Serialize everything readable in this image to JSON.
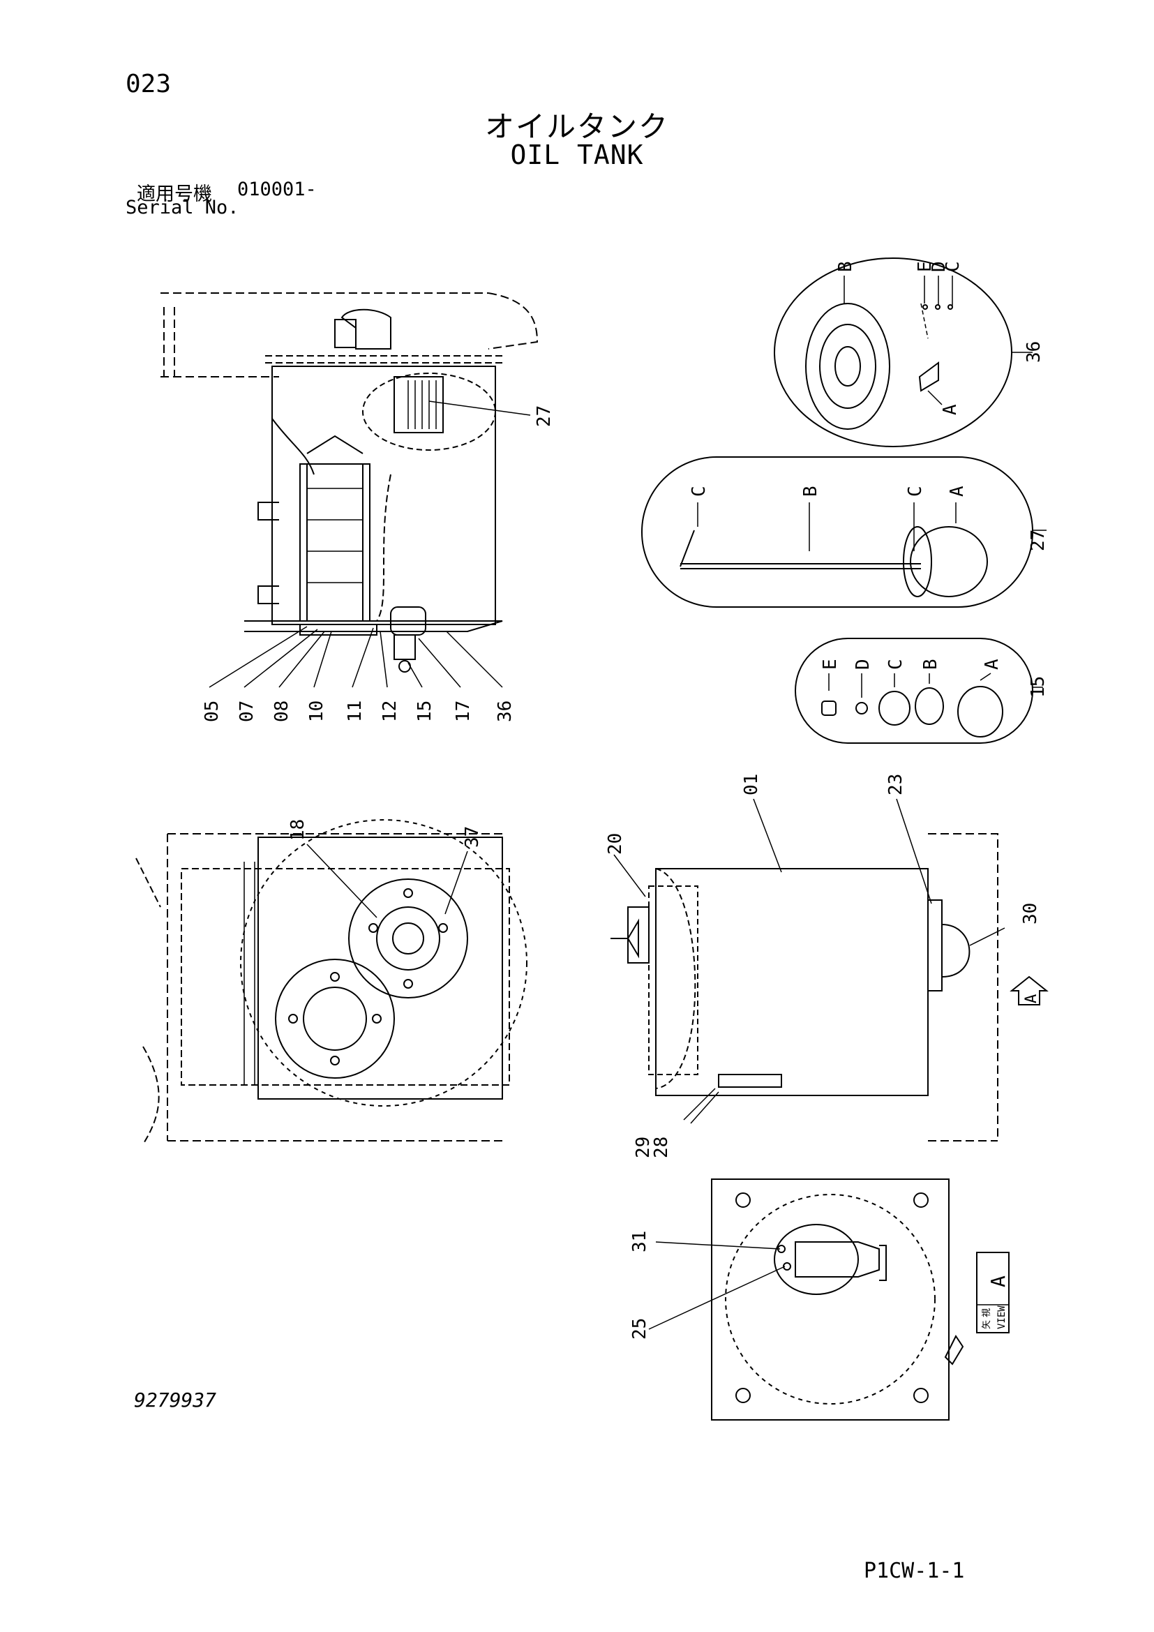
{
  "header": {
    "page_number": "023",
    "title_jp": "オイルタンク",
    "title_en": "OIL TANK",
    "serial_label_jp": "適用号機",
    "serial_value": "010001-",
    "serial_label_en": "Serial No."
  },
  "callouts": {
    "side_view": [
      "05",
      "07",
      "08",
      "10",
      "11",
      "12",
      "15",
      "17",
      "36",
      "27"
    ],
    "detail_36": {
      "ref": "36",
      "letters": [
        "B",
        "E",
        "D",
        "C",
        "A"
      ]
    },
    "detail_27": {
      "ref": "27",
      "letters": [
        "C",
        "B",
        "C",
        "A"
      ]
    },
    "detail_15": {
      "ref": "15",
      "letters": [
        "E",
        "D",
        "C",
        "B",
        "A"
      ]
    },
    "top_view": [
      "18",
      "37"
    ],
    "front_view": [
      "20",
      "01",
      "23",
      "30",
      "29",
      "28"
    ],
    "view_a": [
      "31",
      "25"
    ]
  },
  "view_arrow": {
    "letter": "A"
  },
  "view_label": {
    "jp": "矢 視",
    "en": "VIEW",
    "letter": "A"
  },
  "footer": {
    "drawing_number": "9279937",
    "sheet_id": "P1CW-1-1"
  }
}
